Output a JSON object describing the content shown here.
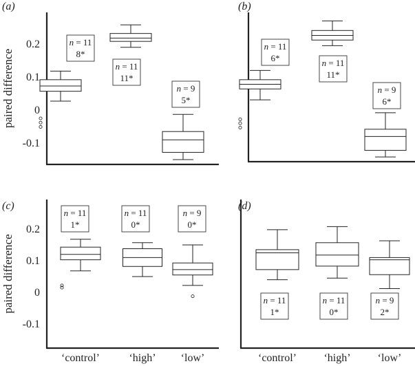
{
  "chart_data": [
    {
      "type": "box",
      "panel_label": "(a)",
      "ylabel": "paired difference",
      "yticks": [
        "0.2",
        "0.1",
        "0",
        "-0.1"
      ],
      "groups": [
        {
          "q1": 0.057,
          "median": 0.073,
          "q3": 0.092,
          "whisker_low": 0.027,
          "whisker_high": 0.118,
          "outliers": [
            -0.025,
            -0.038,
            -0.051
          ],
          "n_label": "n = 11",
          "star_label": "8*"
        },
        {
          "q1": 0.208,
          "median": 0.218,
          "q3": 0.232,
          "whisker_low": 0.19,
          "whisker_high": 0.258,
          "outliers": [],
          "n_label": "n = 11",
          "star_label": "11*"
        },
        {
          "q1": -0.128,
          "median": -0.09,
          "q3": -0.065,
          "whisker_low": -0.15,
          "whisker_high": -0.013,
          "outliers": [],
          "n_label": "n = 9",
          "star_label": "5*"
        }
      ]
    },
    {
      "type": "box",
      "panel_label": "(b)",
      "ylabel": "",
      "yticks": [],
      "groups": [
        {
          "q1": 0.064,
          "median": 0.078,
          "q3": 0.092,
          "whisker_low": 0.031,
          "whisker_high": 0.12,
          "outliers": [
            -0.028,
            -0.04,
            -0.053
          ],
          "n_label": "n = 11",
          "star_label": "6*"
        },
        {
          "q1": 0.212,
          "median": 0.226,
          "q3": 0.241,
          "whisker_low": 0.195,
          "whisker_high": 0.27,
          "outliers": [],
          "n_label": "n = 11",
          "star_label": "11*"
        },
        {
          "q1": -0.122,
          "median": -0.08,
          "q3": -0.058,
          "whisker_low": -0.142,
          "whisker_high": -0.008,
          "outliers": [],
          "n_label": "n = 9",
          "star_label": "6*"
        }
      ]
    },
    {
      "type": "box",
      "panel_label": "(c)",
      "ylabel": "paired difference",
      "yticks": [
        "0.2",
        "0.1",
        "0",
        "-0.1"
      ],
      "categories": [
        "‘control’",
        "‘high’",
        "‘low’"
      ],
      "groups": [
        {
          "q1": 0.103,
          "median": 0.12,
          "q3": 0.143,
          "whisker_low": 0.068,
          "whisker_high": 0.168,
          "outliers": [
            0.022,
            0.015
          ],
          "n_label": "n = 11",
          "star_label": "1*"
        },
        {
          "q1": 0.082,
          "median": 0.11,
          "q3": 0.138,
          "whisker_low": 0.05,
          "whisker_high": 0.157,
          "outliers": [],
          "n_label": "n = 11",
          "star_label": "0*"
        },
        {
          "q1": 0.055,
          "median": 0.072,
          "q3": 0.093,
          "whisker_low": 0.022,
          "whisker_high": 0.15,
          "outliers": [
            -0.012
          ],
          "n_label": "n = 9",
          "star_label": "0*"
        }
      ]
    },
    {
      "type": "box",
      "panel_label": "(d)",
      "ylabel": "",
      "yticks": [],
      "categories": [
        "‘control’",
        "‘high’",
        "‘low’"
      ],
      "groups": [
        {
          "q1": 0.072,
          "median": 0.125,
          "q3": 0.135,
          "whisker_low": 0.04,
          "whisker_high": 0.198,
          "outliers": [],
          "n_label": "n = 11",
          "star_label": "1*"
        },
        {
          "q1": 0.083,
          "median": 0.118,
          "q3": 0.157,
          "whisker_low": 0.045,
          "whisker_high": 0.208,
          "outliers": [],
          "n_label": "n = 11",
          "star_label": "0*"
        },
        {
          "q1": 0.056,
          "median": 0.103,
          "q3": 0.11,
          "whisker_low": 0.012,
          "whisker_high": 0.163,
          "outliers": [],
          "n_label": "n = 9",
          "star_label": "2*"
        }
      ]
    }
  ]
}
